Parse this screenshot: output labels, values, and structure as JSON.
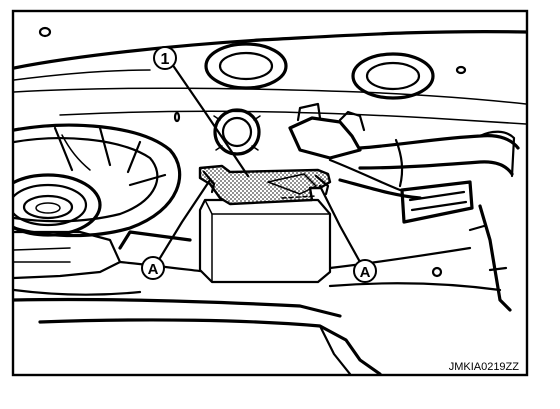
{
  "figure": {
    "code": "JMKIA0219ZZ",
    "callouts": [
      {
        "id": "component-1",
        "label": "1"
      },
      {
        "id": "clip-a-left",
        "label": "A"
      },
      {
        "id": "clip-a-right",
        "label": "A"
      }
    ]
  },
  "colors": {
    "line": "#000000",
    "background": "#ffffff",
    "highlight_dots": "#444444"
  }
}
